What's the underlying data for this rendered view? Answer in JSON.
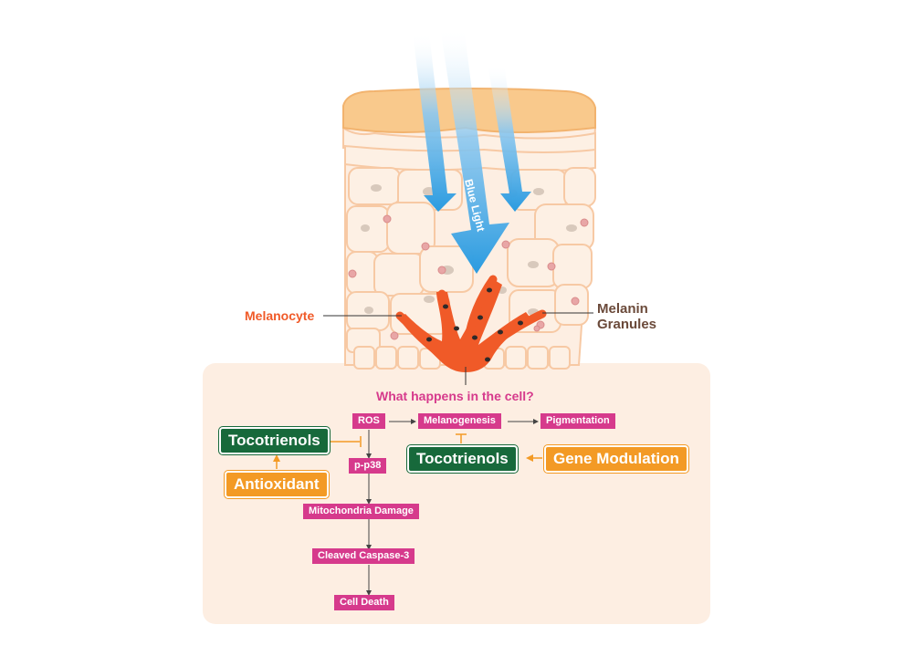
{
  "labels": {
    "blue_light": "Blue Light",
    "melanocyte": "Melanocyte",
    "melanin_line1": "Melanin",
    "melanin_line2": "Granules",
    "question": "What happens in the cell?"
  },
  "pathway": {
    "ros": "ROS",
    "melanogenesis": "Melanogenesis",
    "pigmentation": "Pigmentation",
    "pp38": "p-p38",
    "mito": "Mitochondria Damage",
    "caspase": "Cleaved Caspase-3",
    "death": "Cell Death"
  },
  "interventions": {
    "toco_left": "Tocotrienols",
    "antioxidant": "Antioxidant",
    "toco_right": "Tocotrienols",
    "gene_modulation": "Gene Modulation"
  },
  "colors": {
    "panel": "#fdeee2",
    "skin_top": "#f9c98c",
    "cell_outline": "#f7c9a4",
    "melanocyte": "#f05a28",
    "blue_light": "#2a9be0",
    "pathway_box": "#d63a8c",
    "question_text": "#d63a8c",
    "green_box": "#17693b",
    "orange_box": "#f39a25",
    "melanin_text": "#6b4a3a"
  }
}
